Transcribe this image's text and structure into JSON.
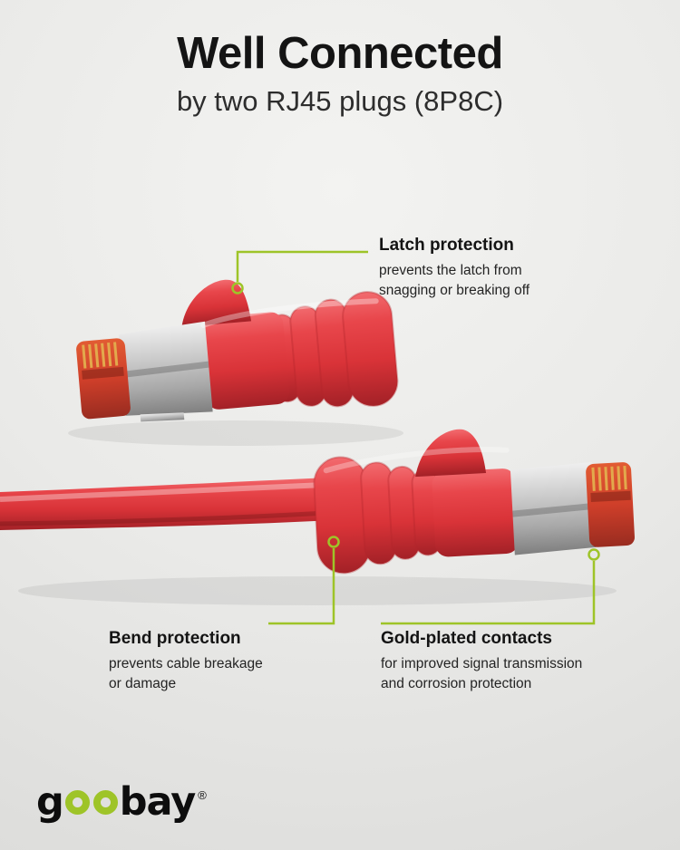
{
  "header": {
    "title": "Well Connected",
    "subtitle": "by two RJ45 plugs (8P8C)"
  },
  "callouts": [
    {
      "title": "Latch protection",
      "lines": [
        "prevents the latch from",
        "snagging or breaking off"
      ]
    },
    {
      "title": "Bend protection",
      "lines": [
        "prevents cable breakage",
        "or damage"
      ]
    },
    {
      "title": "Gold-plated contacts",
      "lines": [
        "for improved signal transmission",
        "and corrosion protection"
      ]
    }
  ],
  "logo": {
    "prefix": "g",
    "suffix": "bay",
    "registered": "®"
  },
  "colors": {
    "accent_green": "#9ec428",
    "cable_red": "#dd3338",
    "cable_red_dark": "#a32127",
    "metal_silver": "#b9b9b9",
    "contact_gold": "#e2a94c",
    "background": "#e9e9e7",
    "text": "#1c1c1c"
  }
}
